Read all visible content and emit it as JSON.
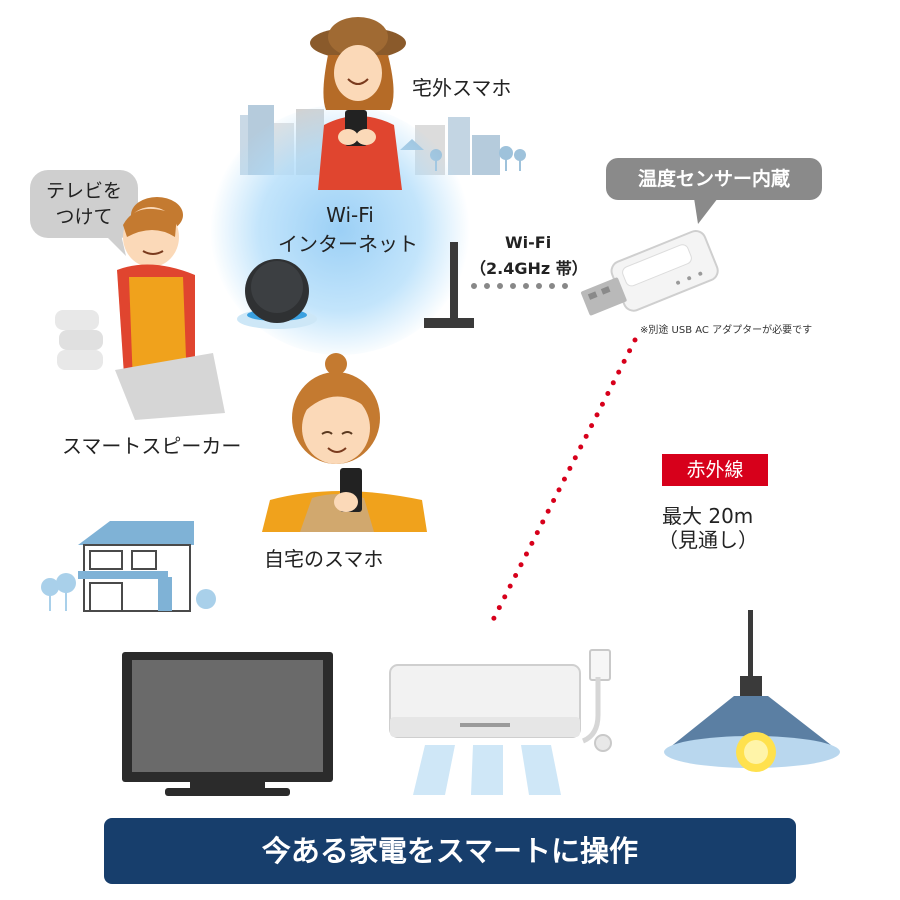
{
  "labels": {
    "remote_phone": "宅外スマホ",
    "internet_line1": "Wi-Fi",
    "internet_line2": "インターネット",
    "wifi_line1": "Wi-Fi",
    "wifi_line2": "（2.4GHz 帯）",
    "sensor_bubble": "温度センサー内蔵",
    "adapter_note": "※別途 USB AC アダプターが必要です",
    "speech_line1": "テレビを",
    "speech_line2": "つけて",
    "smart_speaker": "スマートスピーカー",
    "home_phone": "自宅のスマホ",
    "infrared_badge": "赤外線",
    "range_line1": "最大 20m",
    "range_line2": "（見通し）",
    "banner": "今ある家電をスマートに操作"
  },
  "colors": {
    "banner_bg": "#173e6c",
    "infrared_red": "#d7001b",
    "bubble_grey": "#8a8a8a",
    "wifi_glow": "#a9d8f5",
    "apron_orange": "#f0a21c",
    "shirt_red": "#e0452f"
  },
  "icons": [
    "buildings-icon",
    "woman-with-hat-icon",
    "router-icon",
    "usb-remote-icon",
    "woman-apron-icon",
    "smart-speaker-icon",
    "woman-phone-icon",
    "house-icon",
    "tv-icon",
    "air-conditioner-icon",
    "pendant-lamp-icon"
  ]
}
